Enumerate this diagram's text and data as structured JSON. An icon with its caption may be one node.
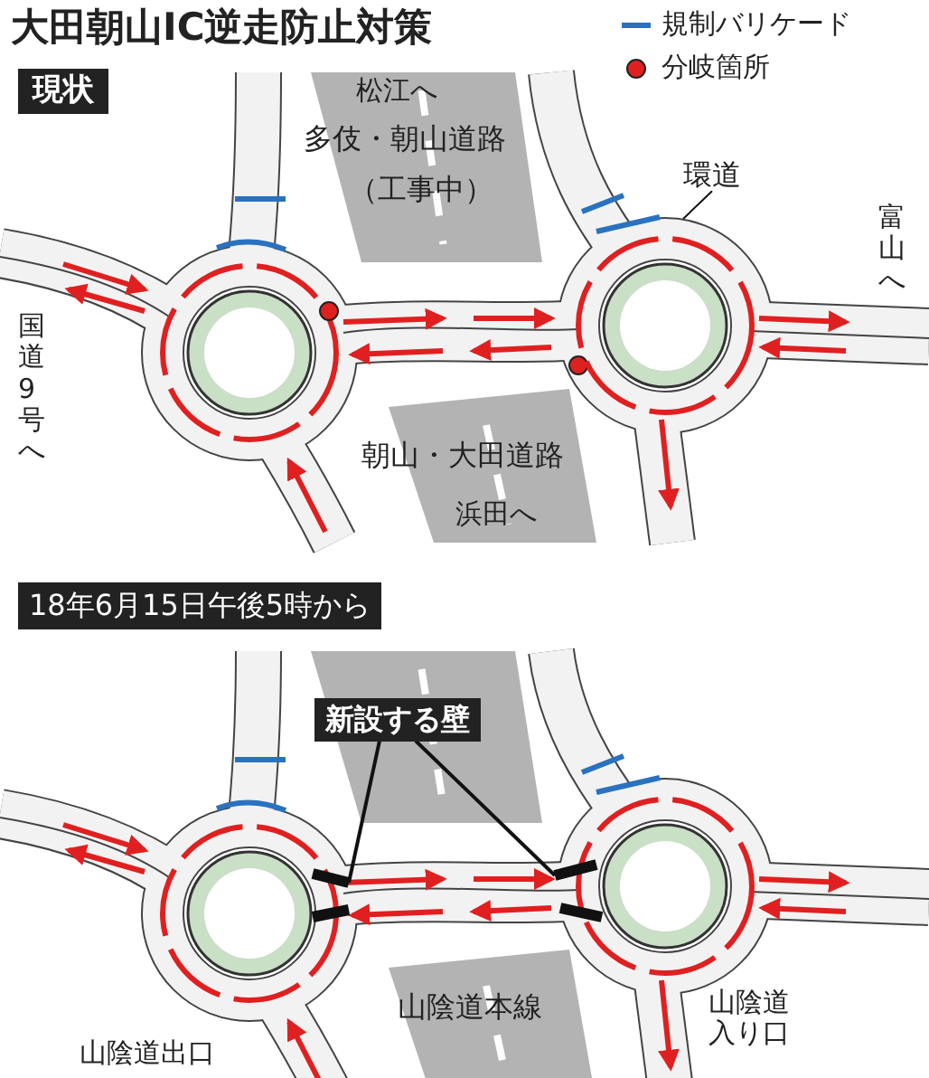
{
  "diagram": {
    "title": "大田朝山IC逆走防止対策",
    "nodes": [
      {
        "text": [
          "現状"
        ]
      },
      {
        "text": [
          "環道"
        ]
      },
      {
        "text": [],
        "shape": "circle"
      },
      {
        "text": [
          "18年6月15日午後5時から"
        ]
      },
      {
        "text": [
          "新設する壁"
        ]
      },
      {
        "text": [],
        "shape": "bar"
      },
      {
        "text": [],
        "shape": "bar"
      }
    ],
    "edges": [
      {
        "from": 1,
        "to": 2,
        "arrow": "none"
      },
      {
        "from": 4,
        "to": 5,
        "arrow": "none"
      },
      {
        "from": 4,
        "to": 6,
        "arrow": "none"
      }
    ],
    "labels": [
      "松江へ",
      "多伎・朝山道路",
      "（工事中）",
      "富山へ",
      "国道9号へ",
      "朝山・大田道路",
      "浜田へ",
      "山陰道本線",
      "山陰道出口",
      "山陰道入り口"
    ],
    "legend": [
      {
        "text": "規制バリケード"
      },
      {
        "text": "分岐箇所"
      }
    ]
  }
}
